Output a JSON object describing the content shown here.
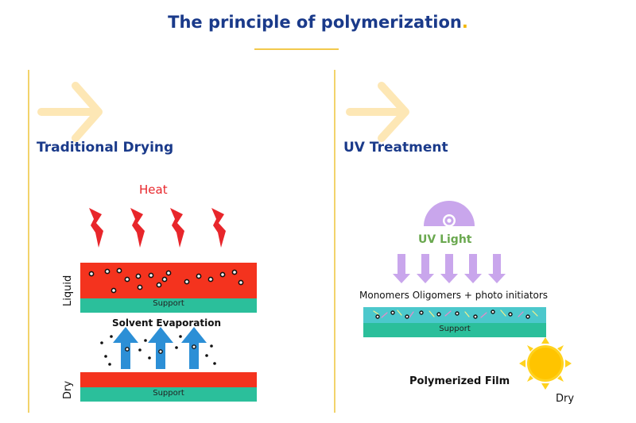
{
  "title": {
    "text": "The principle of polymerization",
    "dot": "."
  },
  "left": {
    "heading": "Traditional Drying",
    "heat_label": "Heat",
    "liquid_label": "Liquid",
    "dry_label": "Dry",
    "support_label": "Support",
    "evaporation_label": "Solvent Evaporation"
  },
  "right": {
    "heading": "UV Treatment",
    "uv_light_label": "UV Light",
    "monomers_label": "Monomers Oligomers + photo initiators",
    "support_label": "Support",
    "film_label": "Polymerized Film",
    "dry_label": "Dry"
  },
  "colors": {
    "navy": "#1a3a8a",
    "gold": "#f2b705",
    "red_layer": "#f4331e",
    "support": "#2bbf9b",
    "arrow_blue": "#2c8fd6",
    "uv_purple": "#c9a6ec",
    "sun": "#ffd21f",
    "pale_arrow": "#fde7b5"
  }
}
